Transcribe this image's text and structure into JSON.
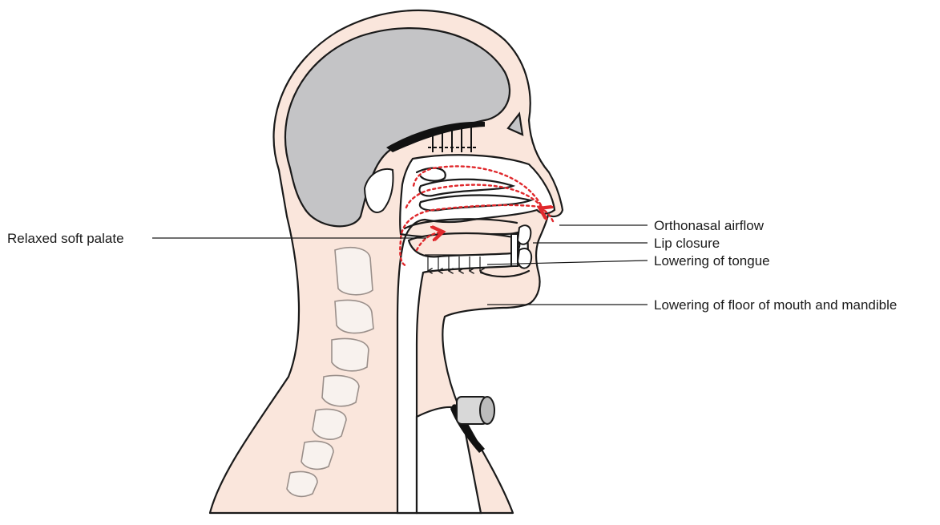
{
  "labels": {
    "relaxed_soft_palate": "Relaxed soft palate",
    "orthonasal_airflow": "Orthonasal airflow",
    "lip_closure": "Lip closure",
    "lowering_of_tongue": "Lowering of tongue",
    "lowering_of_floor": "Lowering of floor of mouth and mandible"
  },
  "colors": {
    "skin": "#fae6dc",
    "brain": "#c4c4c6",
    "airflow": "#e0282c",
    "outline": "#1a1a1a"
  }
}
